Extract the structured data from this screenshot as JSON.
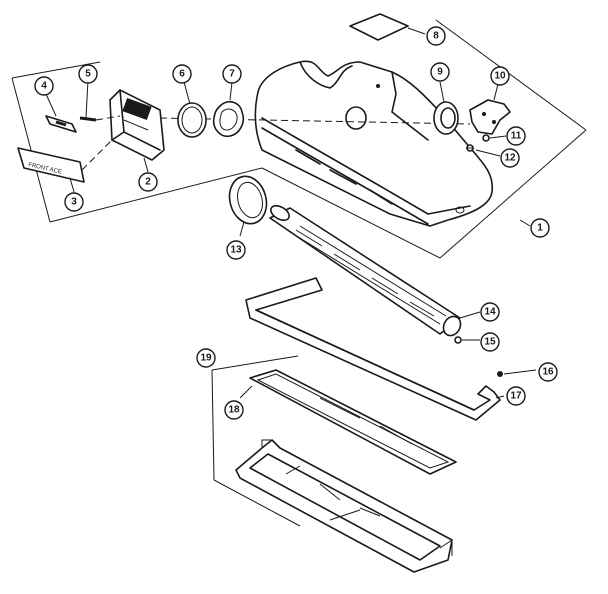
{
  "diagram": {
    "decal_text": "FRONT ACE",
    "callouts": [
      {
        "id": "1",
        "label": "1"
      },
      {
        "id": "2",
        "label": "2"
      },
      {
        "id": "3",
        "label": "3"
      },
      {
        "id": "4",
        "label": "4"
      },
      {
        "id": "5",
        "label": "5"
      },
      {
        "id": "6",
        "label": "6"
      },
      {
        "id": "7",
        "label": "7"
      },
      {
        "id": "8",
        "label": "8"
      },
      {
        "id": "9",
        "label": "9"
      },
      {
        "id": "10",
        "label": "10"
      },
      {
        "id": "11",
        "label": "11"
      },
      {
        "id": "12",
        "label": "12"
      },
      {
        "id": "13",
        "label": "13"
      },
      {
        "id": "14",
        "label": "14"
      },
      {
        "id": "15",
        "label": "15"
      },
      {
        "id": "16",
        "label": "16"
      },
      {
        "id": "17",
        "label": "17"
      },
      {
        "id": "18",
        "label": "18"
      },
      {
        "id": "19",
        "label": "19"
      }
    ]
  }
}
